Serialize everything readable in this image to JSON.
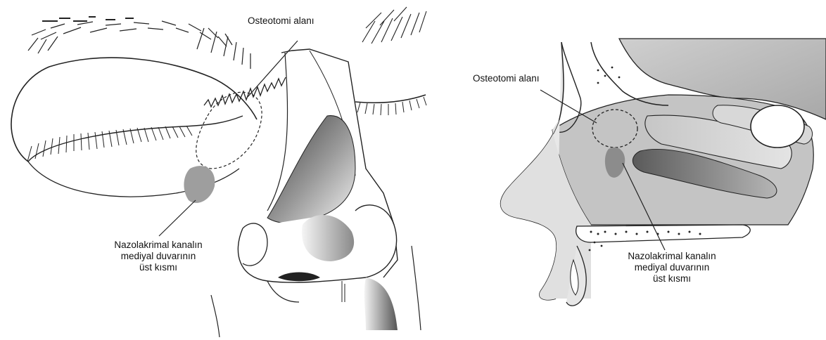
{
  "left_figure": {
    "osteotomy_label": "Osteotomi alanı",
    "canal_label_lines": [
      "Nazolakrimal kanalın",
      "mediyal duvarının",
      "üst kısmı"
    ]
  },
  "right_figure": {
    "osteotomy_label": "Osteotomi alanı",
    "canal_label_lines": [
      "Nazolakrimal kanalın",
      "mediyal duvarının",
      "üst kısmı"
    ]
  }
}
